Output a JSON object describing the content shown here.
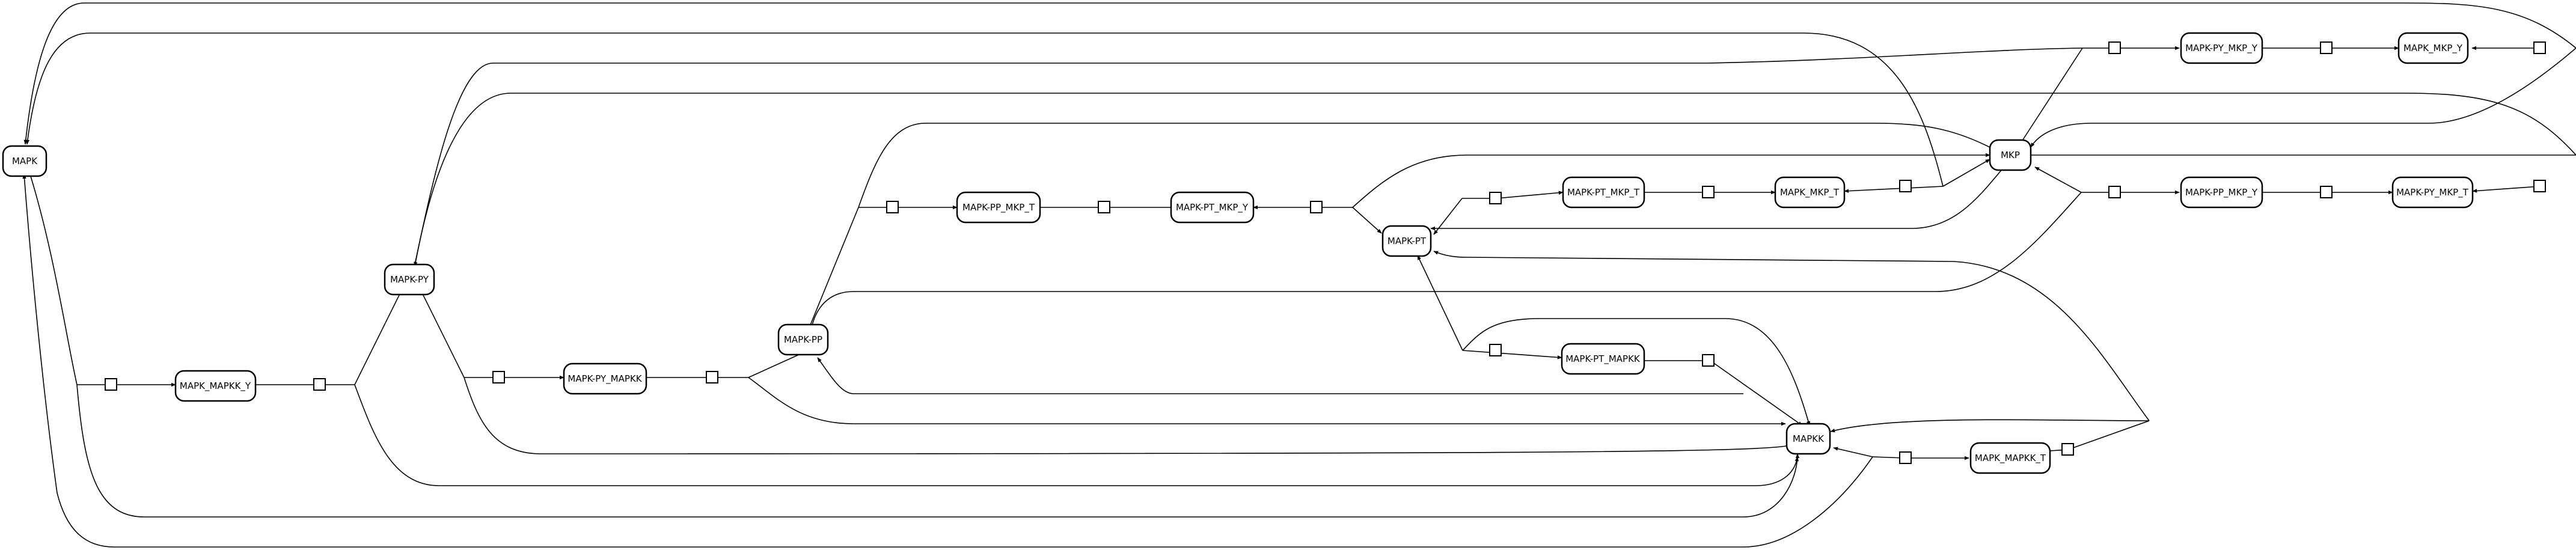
{
  "species": {
    "mapk": "MAPK",
    "mapk_py": "MAPK-PY",
    "mapk_pp": "MAPK-PP",
    "mapk_pt": "MAPK-PT",
    "mapkk": "MAPKK",
    "mkp": "MKP",
    "mapk_mapkk_y": "MAPK_MAPKK_Y",
    "mapk_py_mapkk": "MAPK-PY_MAPKK",
    "mapk_pp_mkp_t": "MAPK-PP_MKP_T",
    "mapk_pt_mkp_y": "MAPK-PT_MKP_Y",
    "mapk_pt_mkp_t": "MAPK-PT_MKP_T",
    "mapk_mkp_t": "MAPK_MKP_T",
    "mapk_py_mkp_y": "MAPK-PY_MKP_Y",
    "mapk_mkp_y": "MAPK_MKP_Y",
    "mapk_pp_mkp_y": "MAPK-PP_MKP_Y",
    "mapk_py_mkp_t": "MAPK-PY_MKP_T",
    "mapk_pt_mapkk": "MAPK-PT_MAPKK",
    "mapk_mapkk_t": "MAPK_MAPKK_T"
  }
}
